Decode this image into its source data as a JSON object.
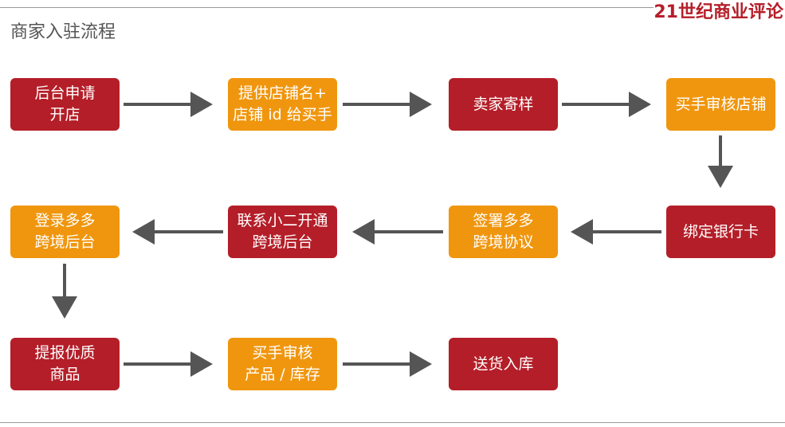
{
  "brand": "21世纪商业评论",
  "title": "商家入驻流程",
  "colors": {
    "red": "#b41e28",
    "orange": "#f0960e",
    "arrow": "#555555"
  },
  "steps": [
    {
      "label": "后台申请\n开店",
      "color": "red"
    },
    {
      "label": "提供店铺名+\n店铺 id 给买手",
      "color": "orange"
    },
    {
      "label": "卖家寄样",
      "color": "red"
    },
    {
      "label": "买手审核店铺",
      "color": "orange"
    },
    {
      "label": "绑定银行卡",
      "color": "red"
    },
    {
      "label": "签署多多\n跨境协议",
      "color": "orange"
    },
    {
      "label": "联系小二开通\n跨境后台",
      "color": "red"
    },
    {
      "label": "登录多多\n跨境后台",
      "color": "orange"
    },
    {
      "label": "提报优质\n商品",
      "color": "red"
    },
    {
      "label": "买手审核\n产品 / 库存",
      "color": "orange"
    },
    {
      "label": "送货入库",
      "color": "red"
    }
  ]
}
